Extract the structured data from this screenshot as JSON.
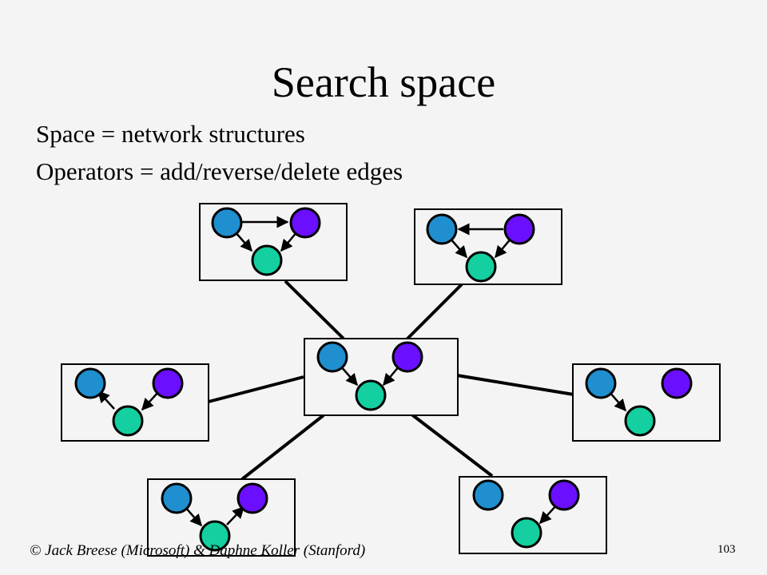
{
  "slide": {
    "title": "Search space",
    "bullets": [
      "Space = network structures",
      "Operators = add/reverse/delete edges"
    ],
    "footer": "© Jack Breese (Microsoft) & Daphne Koller (Stanford)",
    "page_number": "103"
  },
  "colors": {
    "node_a": "#1f8fd0",
    "node_b": "#6a0fff",
    "node_c": "#14cf9f",
    "background": "#f4f4f4"
  }
}
